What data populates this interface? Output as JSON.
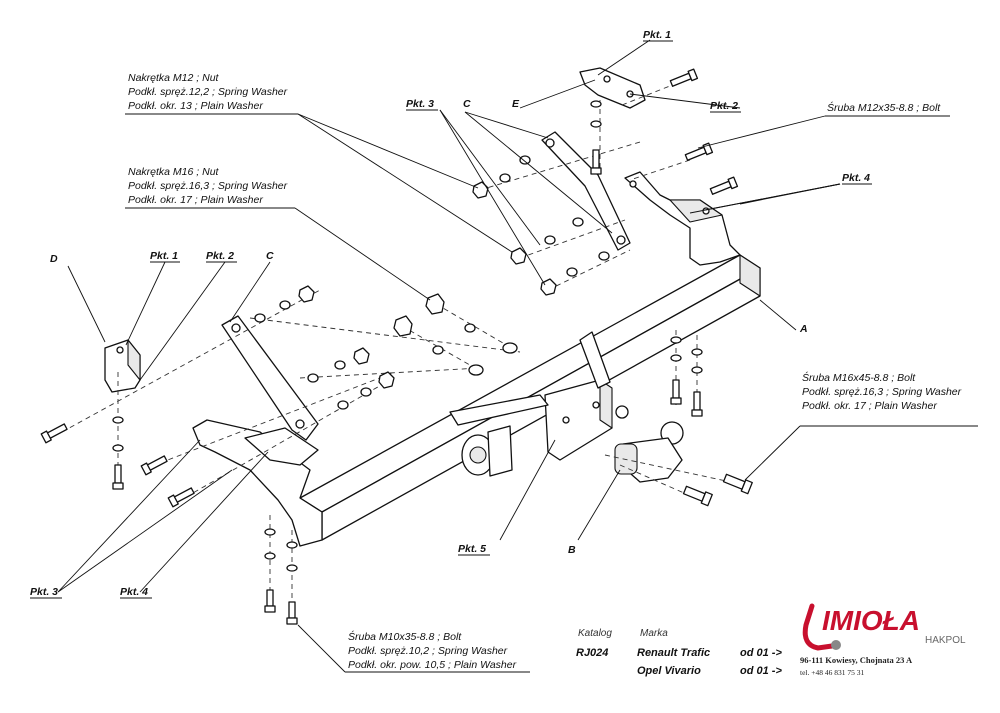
{
  "callouts": {
    "pkt1_top": "Pkt. 1",
    "pkt2_top": "Pkt. 2",
    "pkt3_top": "Pkt. 3",
    "pkt4_right": "Pkt. 4",
    "c_top": "C",
    "e_top": "E",
    "d_left": "D",
    "pkt1_left": "Pkt. 1",
    "pkt2_left": "Pkt. 2",
    "c_left": "C",
    "a_right": "A",
    "b_bottom": "B",
    "pkt5": "Pkt. 5",
    "pkt3_bottom": "Pkt. 3",
    "pkt4_bottom": "Pkt. 4"
  },
  "notes": {
    "nut_m12": [
      "Nakrętka  M12 ; Nut",
      "Podkł. spręż.12,2 ; Spring Washer",
      "Podkł. okr. 13 ; Plain Washer"
    ],
    "nut_m16": [
      "Nakrętka  M16 ; Nut",
      "Podkł. spręż.16,3 ; Spring Washer",
      "Podkł. okr. 17 ; Plain Washer"
    ],
    "bolt_m12": [
      "Śruba M12x35-8.8 ;  Bolt"
    ],
    "bolt_m16": [
      "Śruba M16x45-8.8 ;  Bolt",
      "Podkł. spręż.16,3 ; Spring Washer",
      "Podkł. okr. 17 ; Plain Washer"
    ],
    "bolt_m10": [
      "Śruba M10x35-8.8 ;  Bolt",
      "Podkł. spręż.10,2 ; Spring Washer",
      "Podkł. okr. pow. 10,5 ; Plain Washer"
    ]
  },
  "catalog": {
    "catalog_label": "Katalog",
    "catalog_code": "RJ024",
    "brand_label": "Marka",
    "rows": [
      {
        "make": "Renault Trafic",
        "from": "od 01 ->"
      },
      {
        "make": "Opel Vivario",
        "from": "od 01 ->"
      }
    ]
  },
  "company": {
    "logo": "IMIOŁA",
    "sub": "HAKPOL",
    "address": "96-111 Kowiesy, Chojnata 23 A",
    "phone": "tel. +48 46 831 75 31",
    "brand_color": "#c8102e"
  }
}
